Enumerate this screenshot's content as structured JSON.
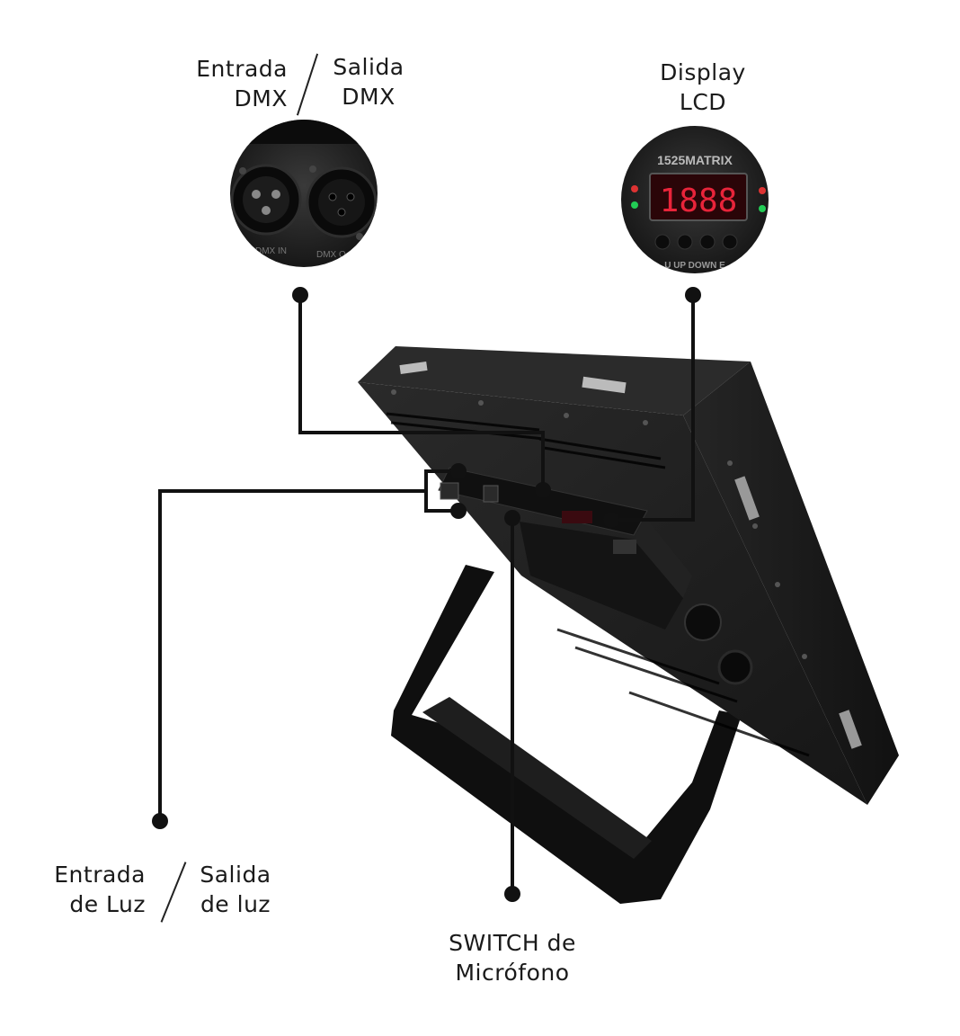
{
  "labels": {
    "dmx_in": [
      "Entrada",
      "DMX"
    ],
    "dmx_out": [
      "Salida",
      "DMX"
    ],
    "lcd": [
      "Display",
      "LCD"
    ],
    "power_in": [
      "Entrada",
      "de Luz"
    ],
    "power_out": [
      "Salida",
      "de luz"
    ],
    "mic_switch": [
      "SWITCH de",
      "Micrófono"
    ]
  },
  "inset_text": {
    "dmx_in_port": "DMX IN",
    "dmx_out_port": "DMX O",
    "brand": "1525MATRIX",
    "display_value": "1888",
    "buttons": "U UP DOWN E"
  },
  "colors": {
    "line": "#111111",
    "panel": "#1b1b1b",
    "lcd_red": "#e8243a"
  }
}
